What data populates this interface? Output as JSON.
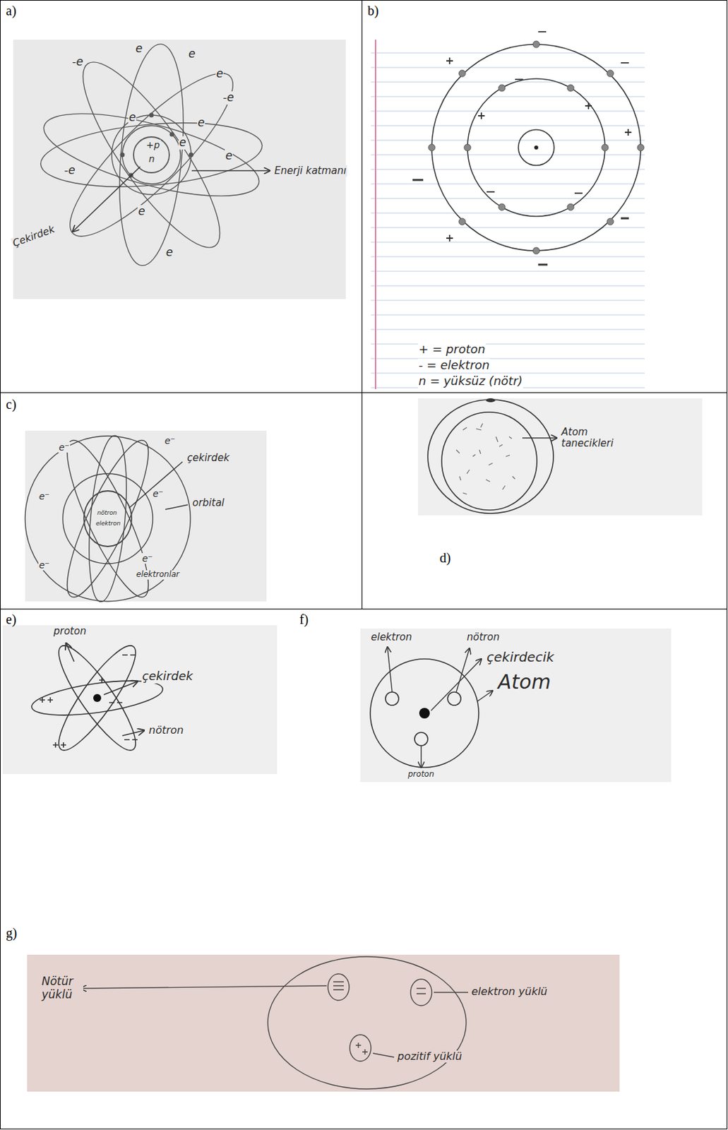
{
  "diagram": {
    "nodes": [
      {
        "text": [
          "a)"
        ]
      },
      {
        "text": [
          "b)"
        ]
      },
      {
        "text": [
          "c)"
        ]
      },
      {
        "text": [
          "d)"
        ]
      },
      {
        "text": [
          "e)",
          "f)",
          "g)"
        ]
      }
    ],
    "labels": [
      "+p",
      "n",
      "-e",
      "e",
      "e",
      "e",
      "-e",
      "e",
      "e",
      "-e",
      "e",
      "e",
      "e",
      "e",
      "Enerji katmanı",
      "Çekirdek",
      "+ = proton",
      "- = elektron",
      "n = yüksüz (nötr)",
      "e⁻",
      "e⁻",
      "e⁻",
      "e⁻",
      "e⁻",
      "e⁻",
      "nötron",
      "elektron",
      "çekirdek",
      "orbital",
      "elektronlar",
      "Atom tanecikleri",
      "proton",
      "çekirdek",
      "nötron",
      "elektron",
      "nötron",
      "çekirdecik",
      "Atom",
      "proton",
      "Nötür yüklü",
      "elektron yüklü",
      "pozitif yüklü"
    ]
  }
}
